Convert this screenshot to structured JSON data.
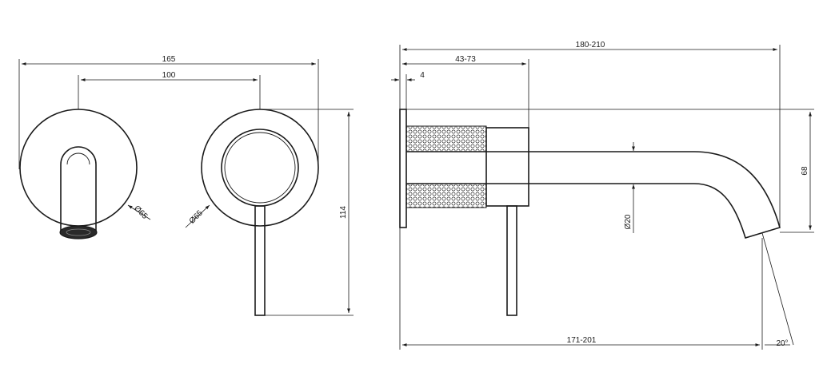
{
  "dimensions": {
    "front_width": "165",
    "front_centers": "100",
    "spout_plate_diameter": "Ø65",
    "valve_plate_diameter": "Ø65",
    "front_height": "114",
    "overall_projection": "180-210",
    "body_depth": "43-73",
    "plate_thickness": "4",
    "spout_drop": "68",
    "spout_diameter": "Ø20",
    "spout_reach": "171-201",
    "spout_angle": "20°"
  },
  "colors": {
    "line": "#1a1a1a",
    "background": "#ffffff"
  }
}
